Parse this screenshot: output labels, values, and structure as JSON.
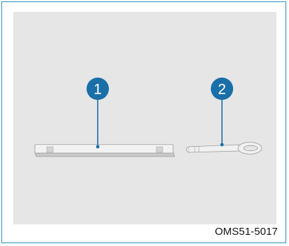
{
  "callouts": [
    {
      "number": "1",
      "part": "bar"
    },
    {
      "number": "2",
      "part": "eye-hook"
    }
  ],
  "image_code": "OMS51-5017",
  "colors": {
    "frame_border": "#2d8fbd",
    "panel_background": "#e6e6e6",
    "callout_fill": "#1a6fa8",
    "callout_line": "#1a6fa8"
  }
}
